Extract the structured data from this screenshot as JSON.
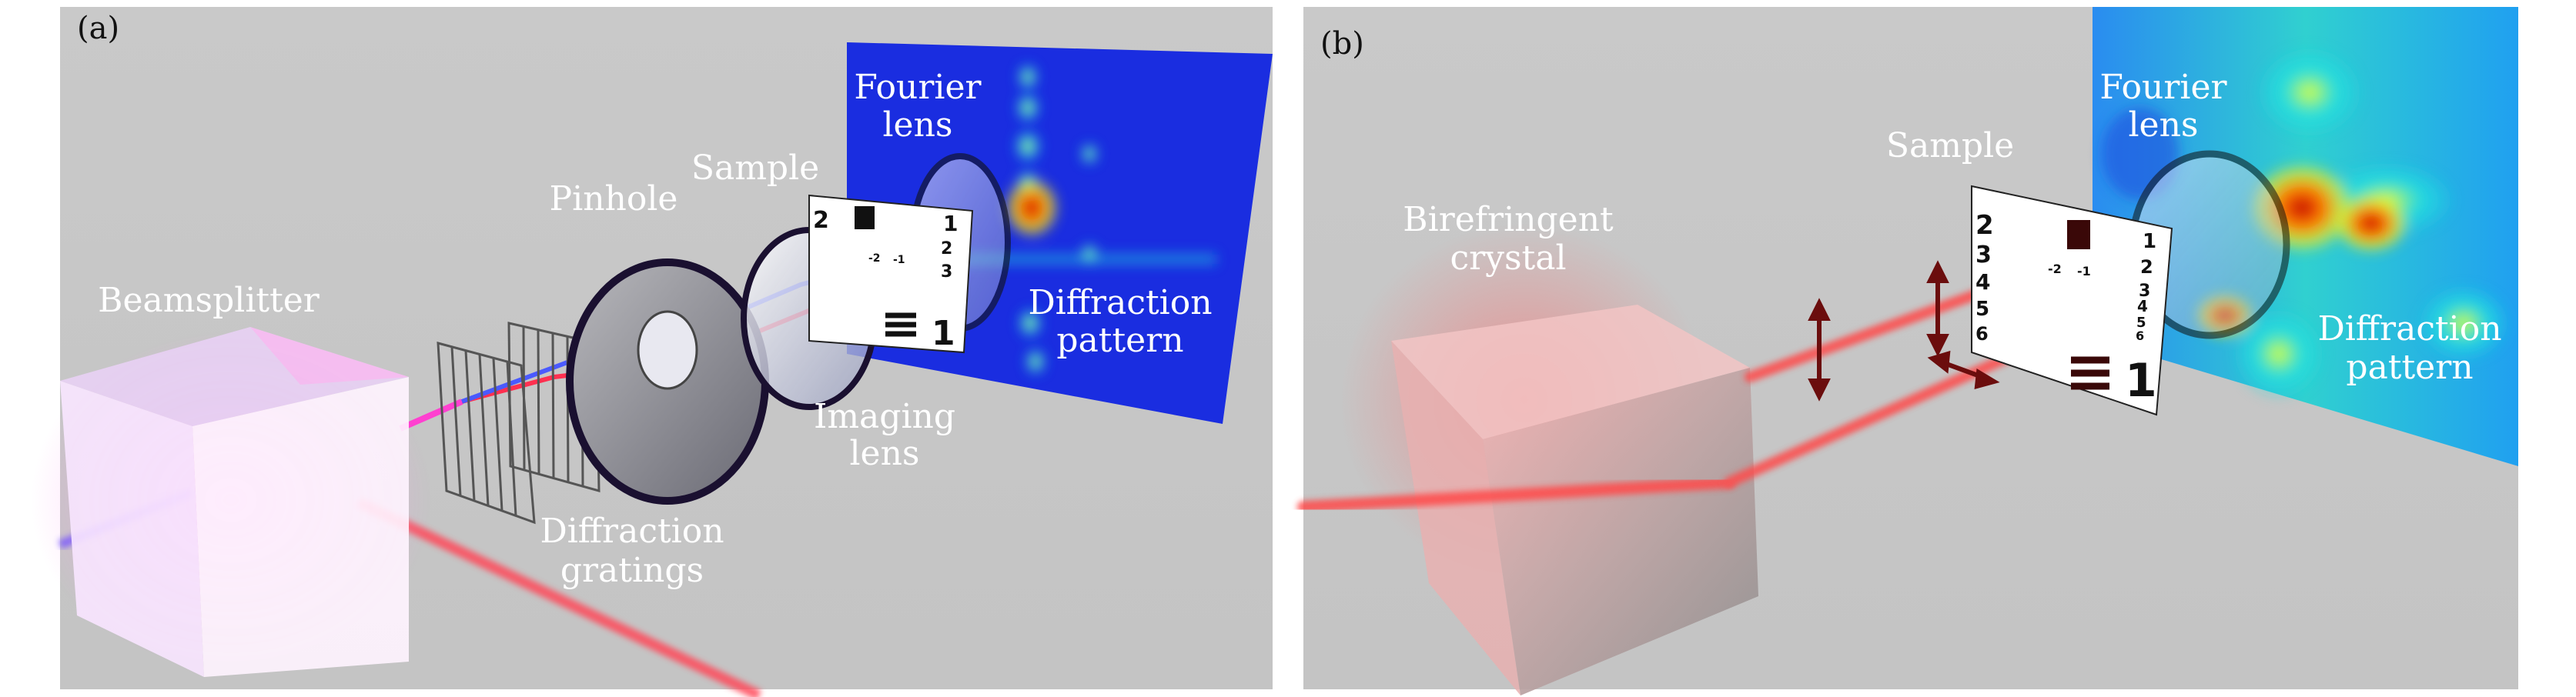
{
  "panels": [
    {
      "id": "a",
      "tag": "(a)",
      "labels": {
        "beamsplitter": "Beamsplitter",
        "gratings_1": "Diffraction",
        "gratings_2": "gratings",
        "pinhole": "Pinhole",
        "imaging_1": "Imaging",
        "imaging_2": "lens",
        "sample": "Sample",
        "fourier_1": "Fourier",
        "fourier_2": "lens",
        "pattern_1": "Diffraction",
        "pattern_2": "pattern"
      }
    },
    {
      "id": "b",
      "tag": "(b)",
      "labels": {
        "crystal_1": "Birefringent",
        "crystal_2": "crystal",
        "sample": "Sample",
        "fourier_1": "Fourier",
        "fourier_2": "lens",
        "pattern_1": "Diffraction",
        "pattern_2": "pattern"
      }
    }
  ],
  "target_numbers": [
    "2",
    "3",
    "4",
    "5",
    "6",
    "1",
    "1",
    "2",
    "3",
    "4",
    "5",
    "6",
    "1",
    "-2",
    "-1"
  ],
  "colors": {
    "background": "#c8c8c8",
    "red_beam": "#ff3a3a",
    "blue_beam": "#5a4cff",
    "screen_blue": "#1a2de0",
    "arrow": "#6b0d0d"
  }
}
